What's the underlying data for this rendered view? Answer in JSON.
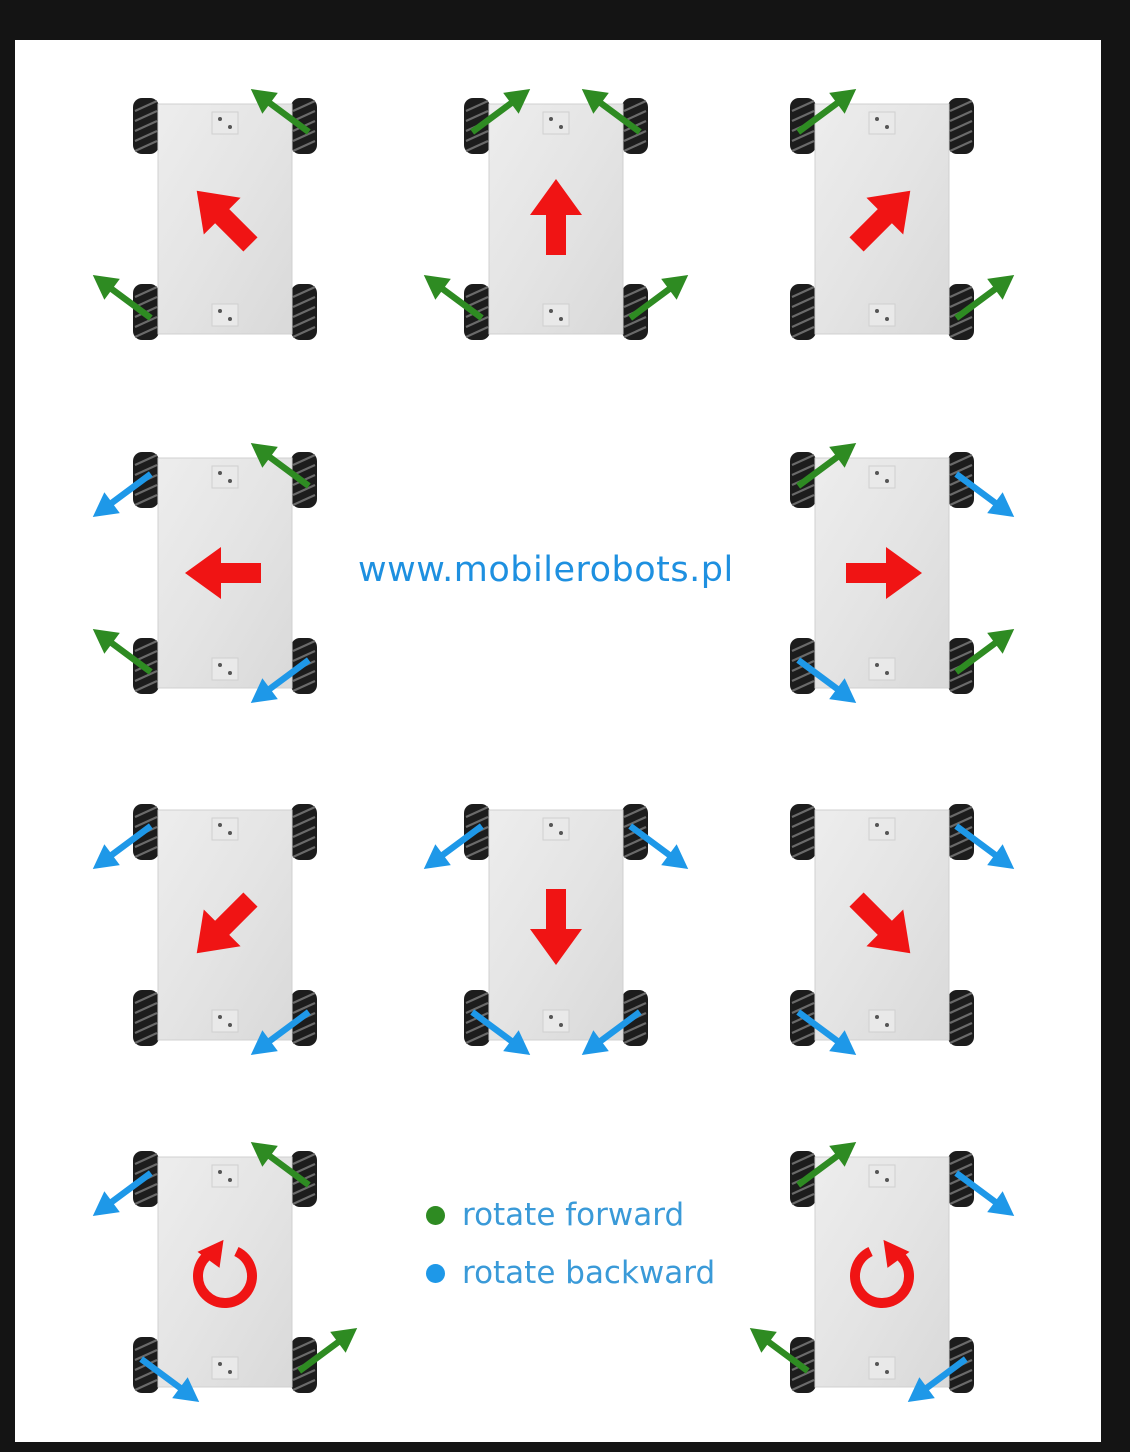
{
  "website": "www.mobilerobots.pl",
  "colors": {
    "forward": "#2e8b22",
    "backward": "#1e98e8",
    "motion": "#f01414",
    "url": "#1e90e0",
    "legend_text": "#3a9ad8"
  },
  "legend": [
    {
      "label": "rotate forward",
      "color_key": "forward"
    },
    {
      "label": "rotate backward",
      "color_key": "backward"
    }
  ],
  "robots": [
    {
      "id": "forward-left",
      "motion": "arrow-up-left",
      "wheels": {
        "front_left": "none",
        "front_right": "forward",
        "rear_left": "forward",
        "rear_right": "none"
      }
    },
    {
      "id": "forward",
      "motion": "arrow-up",
      "wheels": {
        "front_left": "forward",
        "front_right": "forward",
        "rear_left": "forward",
        "rear_right": "forward"
      }
    },
    {
      "id": "forward-right",
      "motion": "arrow-up-right",
      "wheels": {
        "front_left": "forward",
        "front_right": "none",
        "rear_left": "none",
        "rear_right": "forward"
      }
    },
    {
      "id": "left",
      "motion": "arrow-left",
      "wheels": {
        "front_left": "backward",
        "front_right": "forward",
        "rear_left": "forward",
        "rear_right": "backward"
      }
    },
    {
      "id": "right",
      "motion": "arrow-right",
      "wheels": {
        "front_left": "forward",
        "front_right": "backward",
        "rear_left": "backward",
        "rear_right": "forward"
      }
    },
    {
      "id": "backward-left",
      "motion": "arrow-down-left",
      "wheels": {
        "front_left": "backward",
        "front_right": "none",
        "rear_left": "none",
        "rear_right": "backward"
      }
    },
    {
      "id": "backward",
      "motion": "arrow-down",
      "wheels": {
        "front_left": "backward",
        "front_right": "backward",
        "rear_left": "backward",
        "rear_right": "backward"
      }
    },
    {
      "id": "backward-right",
      "motion": "arrow-down-right",
      "wheels": {
        "front_left": "none",
        "front_right": "backward",
        "rear_left": "backward",
        "rear_right": "none"
      }
    },
    {
      "id": "rotate-left",
      "motion": "rotate-counterclockwise",
      "wheels": {
        "front_left": "backward",
        "front_right": "forward",
        "rear_left": "backward",
        "rear_right": "forward"
      }
    },
    {
      "id": "rotate-right",
      "motion": "rotate-clockwise",
      "wheels": {
        "front_left": "forward",
        "front_right": "backward",
        "rear_left": "forward",
        "rear_right": "backward"
      }
    }
  ]
}
